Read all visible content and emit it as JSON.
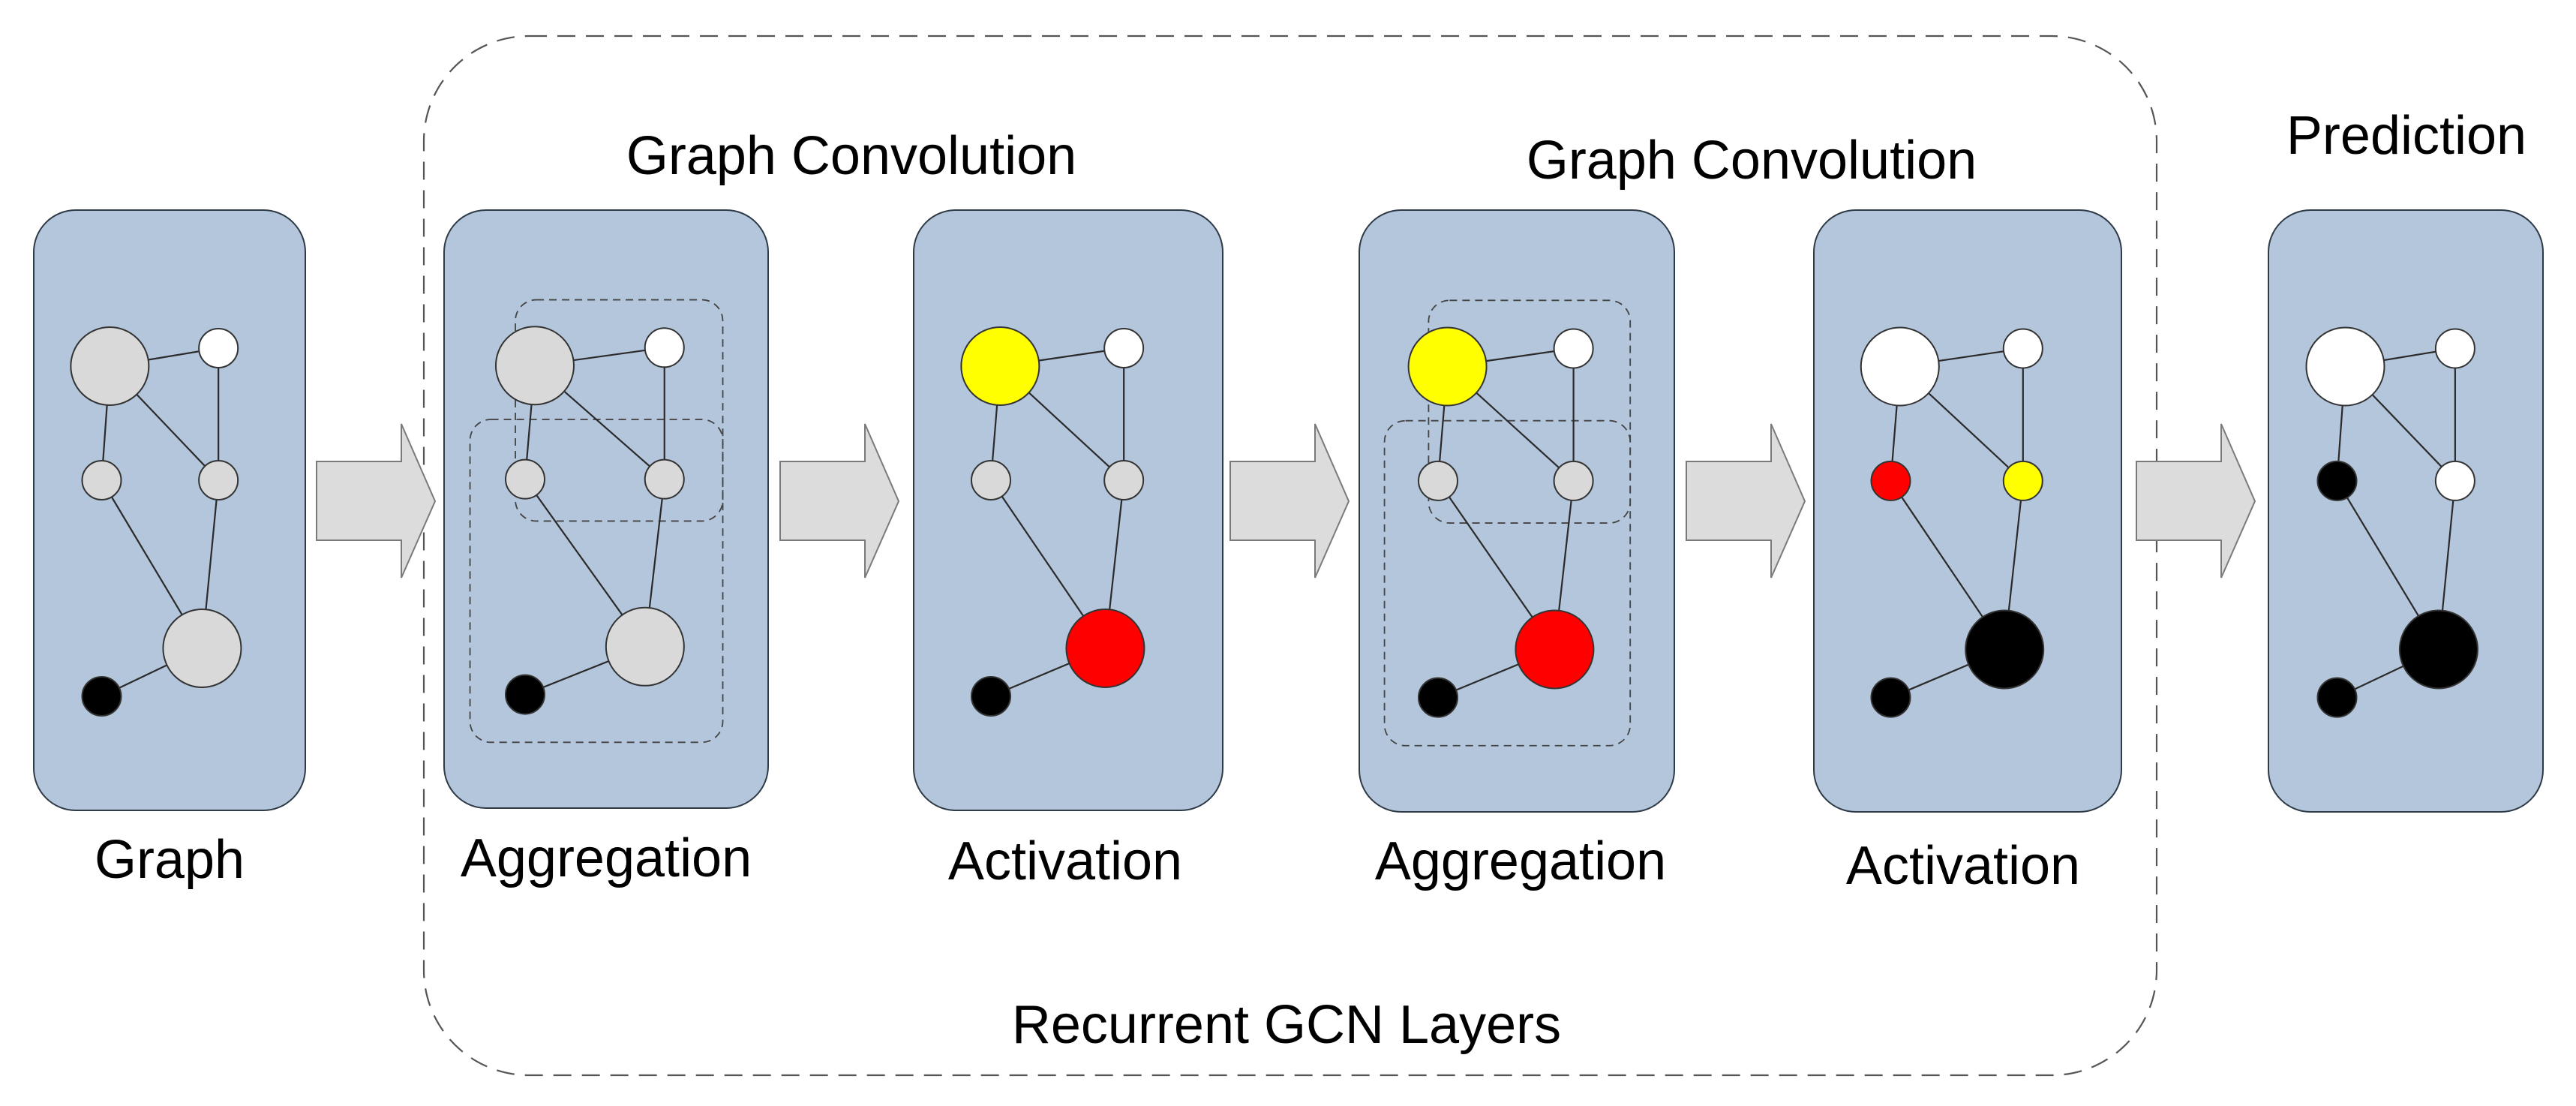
{
  "labels": {
    "group": "Recurrent GCN Layers",
    "conv_1": "Graph Convolution",
    "conv_2": "Graph Convolution",
    "prediction": "Prediction"
  },
  "colors": {
    "panel": "#b4c6dc",
    "grey": "#d9d9d9",
    "white": "#ffffff",
    "yellow": "#ffff00",
    "red": "#ff0000",
    "black": "#000000",
    "arrow": "#dcdcdc"
  },
  "panels": [
    {
      "label": "Graph",
      "nodes": [
        "grey",
        "white",
        "grey",
        "grey",
        "black",
        "grey"
      ],
      "sizes": [
        "L",
        "S",
        "S",
        "S",
        "S",
        "L"
      ],
      "neighborhoods": false
    },
    {
      "label": "Aggregation",
      "nodes": [
        "grey",
        "white",
        "grey",
        "grey",
        "black",
        "grey"
      ],
      "sizes": [
        "L",
        "S",
        "S",
        "S",
        "S",
        "L"
      ],
      "neighborhoods": true
    },
    {
      "label": "Activation",
      "nodes": [
        "yellow",
        "white",
        "grey",
        "grey",
        "black",
        "red"
      ],
      "sizes": [
        "L",
        "S",
        "S",
        "S",
        "S",
        "L"
      ],
      "neighborhoods": false
    },
    {
      "label": "Aggregation",
      "nodes": [
        "yellow",
        "white",
        "grey",
        "grey",
        "black",
        "red"
      ],
      "sizes": [
        "L",
        "S",
        "S",
        "S",
        "S",
        "L"
      ],
      "neighborhoods": true
    },
    {
      "label": "Activation",
      "nodes": [
        "white",
        "white",
        "red",
        "yellow",
        "black",
        "black"
      ],
      "sizes": [
        "L",
        "S",
        "S",
        "S",
        "S",
        "L"
      ],
      "neighborhoods": false
    },
    {
      "label": "",
      "nodes": [
        "white",
        "white",
        "black",
        "white",
        "black",
        "black"
      ],
      "sizes": [
        "L",
        "S",
        "S",
        "S",
        "S",
        "L"
      ],
      "neighborhoods": false
    }
  ]
}
